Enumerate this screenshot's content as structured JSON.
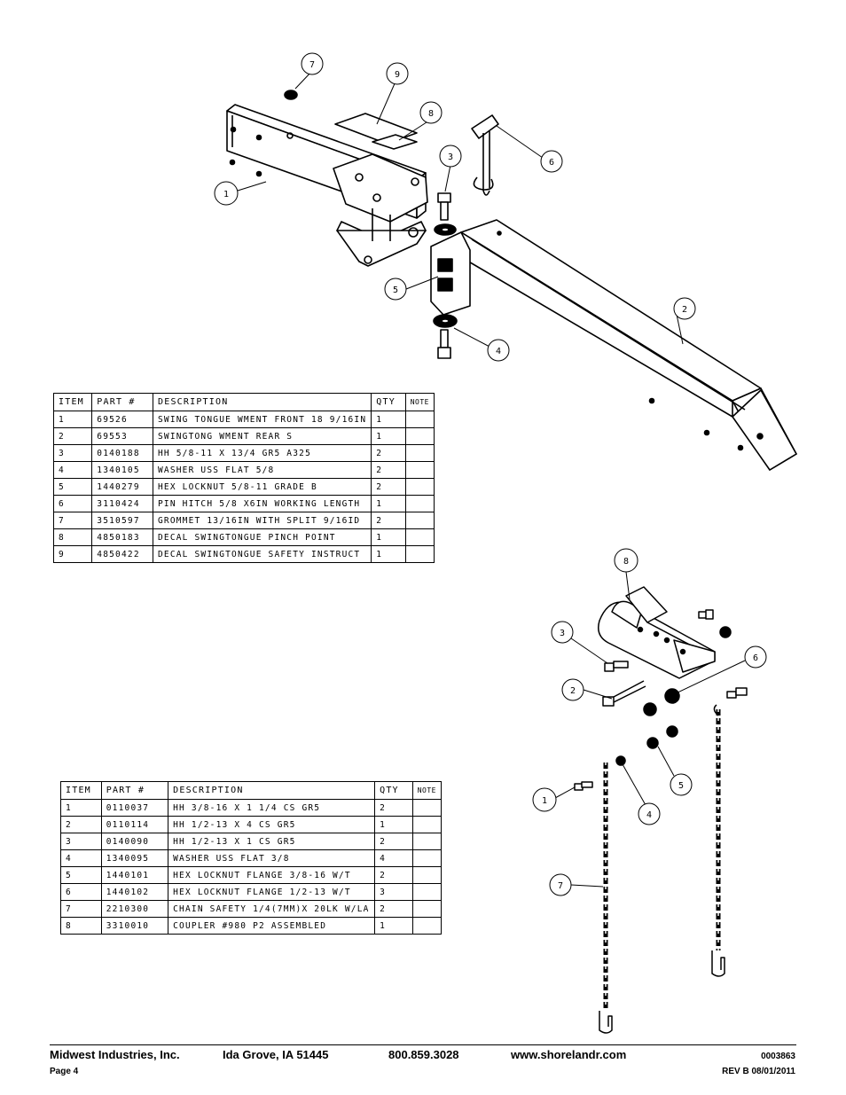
{
  "table1": {
    "headers": [
      "ITEM",
      "PART #",
      "DESCRIPTION",
      "QTY",
      "NOTE"
    ],
    "rows": [
      [
        "1",
        "69526",
        "SWING TONGUE WMENT FRONT 18 9/16IN",
        "1",
        ""
      ],
      [
        "2",
        "69553",
        "SWINGTONG WMENT REAR S",
        "1",
        ""
      ],
      [
        "3",
        "0140188",
        "HH 5/8-11 X 13/4  GR5 A325",
        "2",
        ""
      ],
      [
        "4",
        "1340105",
        "WASHER USS FLAT 5/8",
        "2",
        ""
      ],
      [
        "5",
        "1440279",
        "HEX LOCKNUT 5/8-11 GRADE B",
        "2",
        ""
      ],
      [
        "6",
        "3110424",
        "PIN HITCH 5/8 X6IN WORKING LENGTH",
        "1",
        ""
      ],
      [
        "7",
        "3510597",
        "GROMMET 13/16IN  WITH SPLIT 9/16ID",
        "2",
        ""
      ],
      [
        "8",
        "4850183",
        "DECAL SWINGTONGUE PINCH POINT",
        "1",
        ""
      ],
      [
        "9",
        "4850422",
        "DECAL SWINGTONGUE SAFETY INSTRUCT",
        "1",
        ""
      ]
    ]
  },
  "table2": {
    "headers": [
      "ITEM",
      "PART #",
      "DESCRIPTION",
      "QTY",
      "NOTE"
    ],
    "rows": [
      [
        "1",
        "0110037",
        "HH 3/8-16 X 1 1/4 CS GR5",
        "2",
        ""
      ],
      [
        "2",
        "0110114",
        "HH 1/2-13 X 4 CS GR5",
        "1",
        ""
      ],
      [
        "3",
        "0140090",
        "HH 1/2-13 X 1 CS GR5",
        "2",
        ""
      ],
      [
        "4",
        "1340095",
        "WASHER USS FLAT 3/8",
        "4",
        ""
      ],
      [
        "5",
        "1440101",
        "HEX LOCKNUT FLANGE 3/8-16 W/T",
        "2",
        ""
      ],
      [
        "6",
        "1440102",
        "HEX LOCKNUT FLANGE 1/2-13 W/T",
        "3",
        ""
      ],
      [
        "7",
        "2210300",
        "CHAIN SAFETY 1/4(7MM)X 20LK W/LA",
        "2",
        ""
      ],
      [
        "8",
        "3310010",
        "COUPLER #980 P2 ASSEMBLED",
        "1",
        ""
      ]
    ]
  },
  "diagram1": {
    "callouts": [
      "7",
      "9",
      "8",
      "3",
      "6",
      "1",
      "5",
      "2",
      "4"
    ]
  },
  "diagram2": {
    "callouts": [
      "8",
      "3",
      "6",
      "2",
      "5",
      "1",
      "4",
      "7"
    ]
  },
  "footer": {
    "company": "Midwest Industries, Inc.",
    "city": "Ida Grove, IA  51445",
    "phone": "800.859.3028",
    "website": "www.shorelandr.com",
    "doc_number": "0003863",
    "page": "Page 4",
    "revision": "REV B  08/01/2011"
  }
}
